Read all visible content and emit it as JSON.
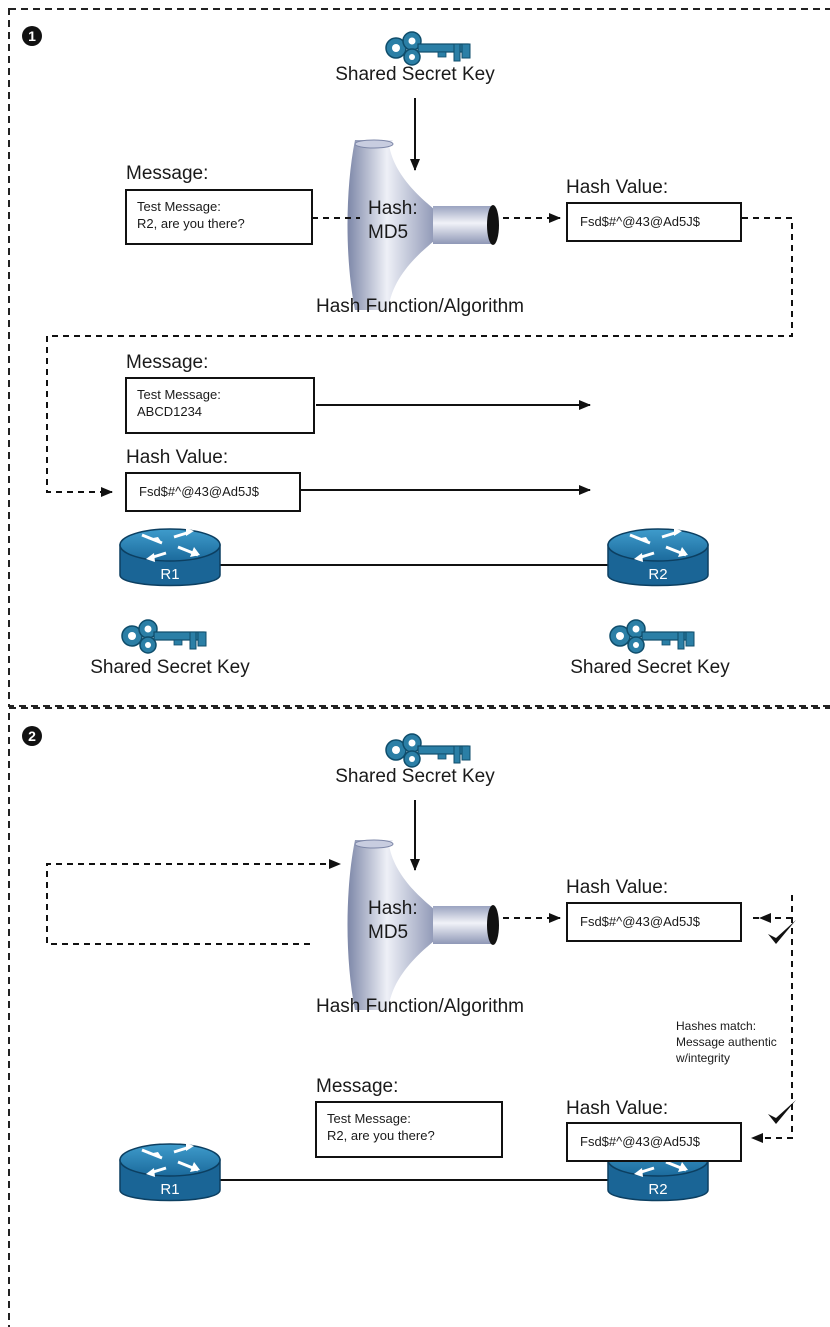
{
  "panel1": {
    "step": "1",
    "top_key_label": "Shared Secret Key",
    "message_label": "Message:",
    "message_text": "Test Message:\nR2, are you there?",
    "hash_label": "Hash:",
    "hash_algo": "MD5",
    "function_label": "Hash Function/Algorithm",
    "hash_value_label": "Hash Value:",
    "hash_value": "Fsd$#^@43@Ad5J$",
    "sent_message_label": "Message:",
    "sent_message_text": "Test Message:\nABCD1234",
    "sent_hash_label": "Hash Value:",
    "sent_hash_value": "Fsd$#^@43@Ad5J$",
    "router_left": "R1",
    "router_right": "R2",
    "left_key_label": "Shared Secret Key",
    "right_key_label": "Shared Secret Key"
  },
  "panel2": {
    "step": "2",
    "top_key_label": "Shared Secret Key",
    "hash_label": "Hash:",
    "hash_algo": "MD5",
    "function_label": "Hash Function/Algorithm",
    "hash_value_label": "Hash Value:",
    "hash_value": "Fsd$#^@43@Ad5J$",
    "match_note": "Hashes match:\nMessage authentic\nw/integrity",
    "message_label": "Message:",
    "message_text": "Test Message:\nR2, are you there?",
    "received_hash_label": "Hash Value:",
    "received_hash_value": "Fsd$#^@43@Ad5J$",
    "router_left": "R1",
    "router_right": "R2"
  },
  "colors": {
    "key": "#2b7fa6",
    "router": "#1f6fa3",
    "funnel": "#a9b1cc"
  }
}
